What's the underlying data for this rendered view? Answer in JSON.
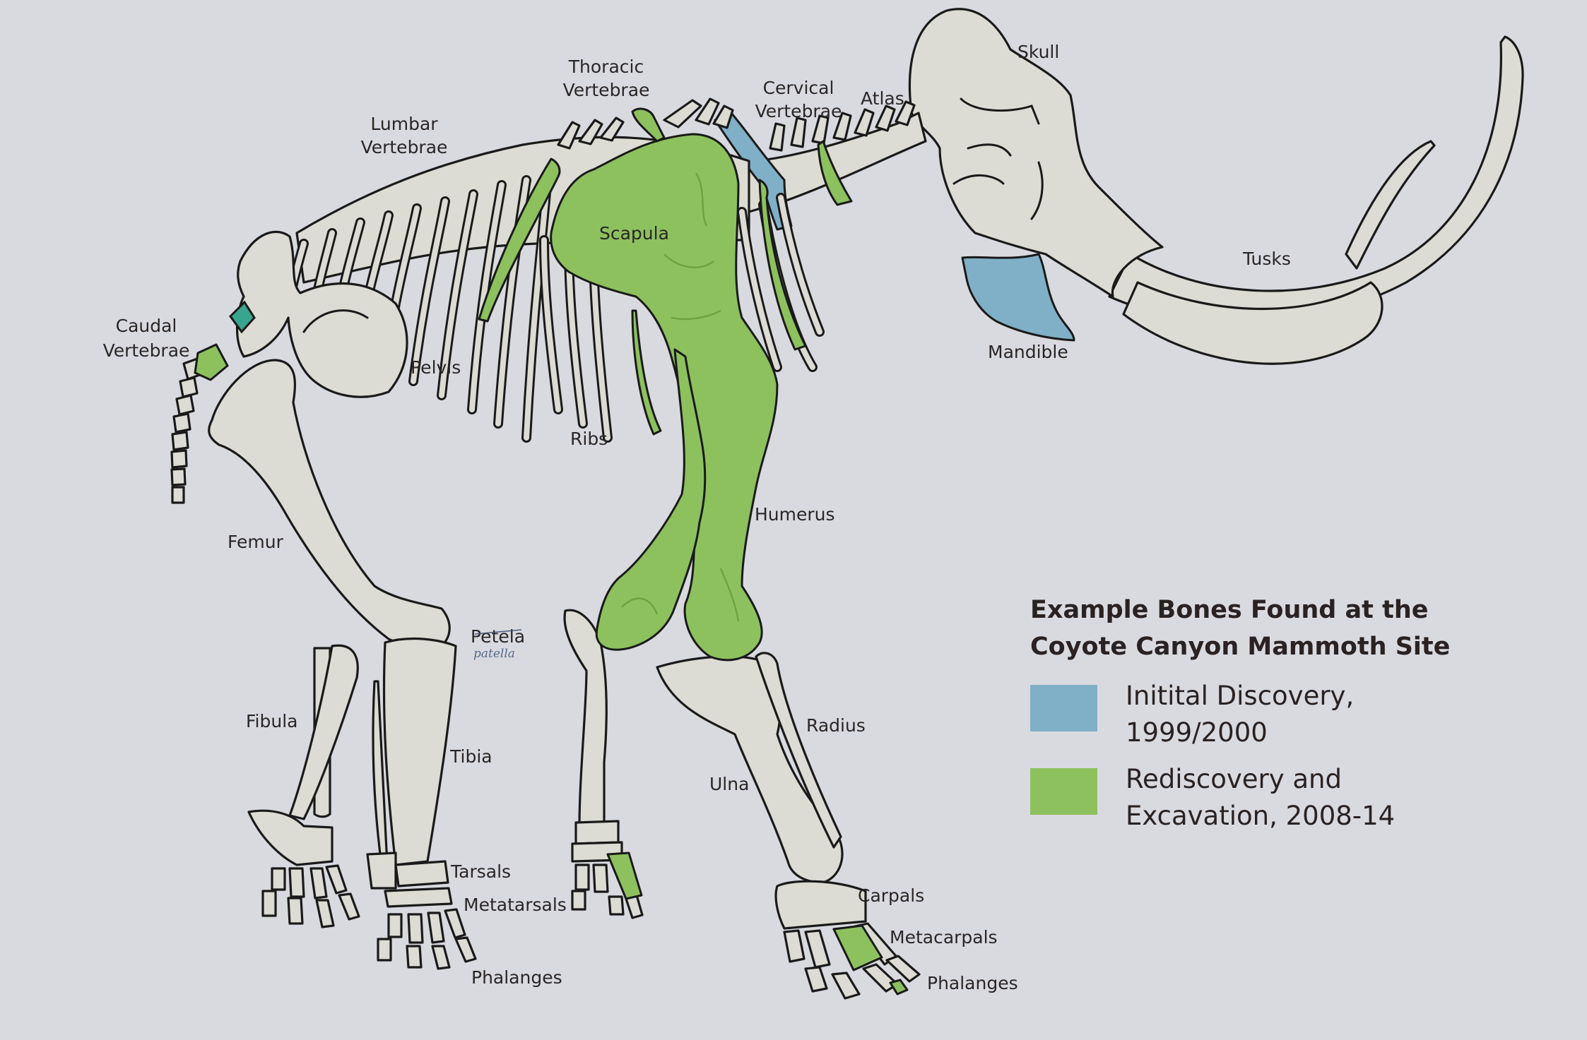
{
  "labels": {
    "thoracic": [
      "Thoracic",
      "Vertebrae"
    ],
    "cervical": [
      "Cervical",
      "Vertebrae"
    ],
    "atlas": "Atlas",
    "skull": "Skull",
    "lumbar": [
      "Lumbar",
      "Vertebrae"
    ],
    "caudal": [
      "Caudal",
      "Vertebrae"
    ],
    "scapula": "Scapula",
    "pelvis": "Pelvis",
    "ribs": "Ribs",
    "tusks": "Tusks",
    "mandible": "Mandible",
    "humerus": "Humerus",
    "femur": "Femur",
    "petela": "Petela",
    "petela_correction": "patella",
    "fibula": "Fibula",
    "tibia": "Tibia",
    "radius": "Radius",
    "ulna": "Ulna",
    "tarsals": "Tarsals",
    "metatarsals": "Metatarsals",
    "phalanges_hind": "Phalanges",
    "carpals": "Carpals",
    "metacarpals": "Metacarpals",
    "phalanges_front": "Phalanges"
  },
  "legend": {
    "title": [
      "Example Bones Found at the",
      "Coyote Canyon Mammoth Site"
    ],
    "items": [
      {
        "lines": [
          "Initital Discovery,",
          "1999/2000"
        ],
        "color": "#7fb0c7"
      },
      {
        "lines": [
          "Rediscovery and",
          "Excavation, 2008-14"
        ],
        "color": "#8dc15e"
      }
    ]
  },
  "colors": {
    "background": "#d9dadf",
    "bone": "#dcdcd4",
    "outline": "#1a1a1a",
    "initial_discovery": "#7fb0c7",
    "rediscovery": "#8dc15e",
    "caudal_teal": "#3aa58e"
  }
}
